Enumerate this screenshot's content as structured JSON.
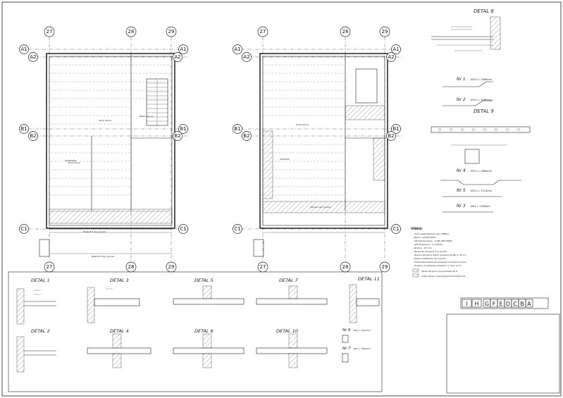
{
  "axis_labels": {
    "top_left_plan": [
      "27",
      "28",
      "29"
    ],
    "rows": [
      "A1",
      "A2",
      "B1",
      "B2",
      "C1"
    ]
  },
  "details": {
    "detail_8": "DETAL 8",
    "detail_9": "DETAL 9",
    "detail_1": "DETAL 1",
    "detail_2": "DETAL 2",
    "detail_3": "DETAL 3",
    "detail_4": "DETAL 4",
    "detail_5": "DETAL 5",
    "detail_6": "DETAL 6",
    "detail_7": "DETAL 7",
    "detail_10": "DETAL 10",
    "detail_11": "DETAL 11"
  },
  "bars": {
    "nr1": "Nr 1",
    "nr2": "Nr 2",
    "nr3": "Nr 3",
    "nr4": "Nr 4",
    "nr5": "Nr 5",
    "nr6": "Nr 6",
    "nr7": "Nr 7",
    "nr1_spec": "Ø10  L= 1660mm",
    "nr2_spec": "Ø10  L= 1460mm",
    "nr3_spec": "Ø8  L= 1780mm",
    "nr4_spec": "Ø10  L= 2660mm",
    "nr5_spec": "Ø10  L= 3714mm",
    "nr6_spec": "Ø8  L= 1610mm",
    "nr7_spec": "Ø8  L= 1980mm"
  },
  "notes": {
    "heading": "UWAGI:",
    "lines": [
      "- Strop gęstożebrowy typu TERIVA",
      "- Beton: C20/25 (B25)",
      "- Stal zbrojeniowa:  - A-IIIN (RB 500W)",
      "- Stal strzemion:  - A-I (St3S)",
      "- Otulina - 25 mm",
      "- Nadproża zbrojone wg rysunku",
      "- Wieńce zbrojone 4 Ø12, strzemiona Ø6 co 25 cm",
      "- Żebra rozdzielcze wg rysunku",
      "- Przed betonowaniem sprawdzić podparcie stropu",
      "- Podpory montażowe rozstawić co max 1,5 m"
    ],
    "legend_1": "Strefa zbrojona na podstawie Nr 8",
    "legend_2": "Części stropu wykonywane monolitycznie"
  },
  "title_block": {
    "letters": [
      "I",
      "H",
      "G",
      "F",
      "E",
      "D",
      "C",
      "B",
      "A"
    ]
  }
}
